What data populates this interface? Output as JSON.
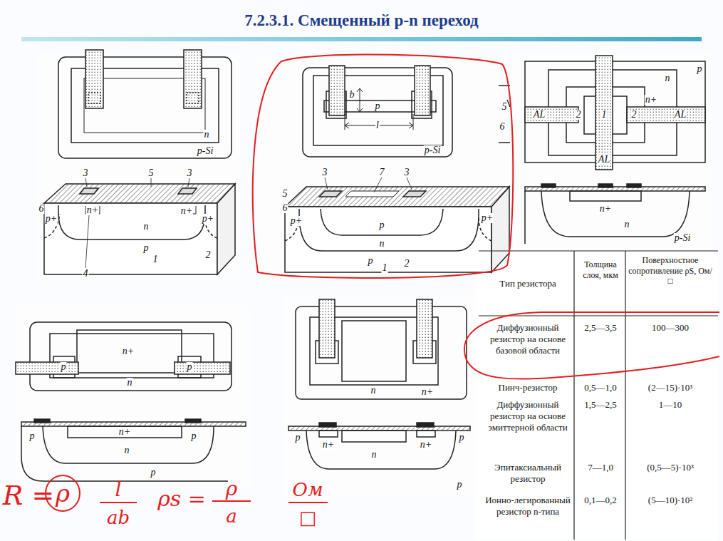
{
  "diagram": {
    "title": "7.2.3.1. Смещенный p-n переход",
    "labels": [
      "n",
      "p-Si",
      "3",
      "5",
      "3",
      "6",
      "p+",
      "n+",
      "n",
      "n+",
      "p+",
      "p",
      "1",
      "2",
      "4",
      "b",
      "p",
      "l",
      "p-Si",
      "5",
      "6",
      "3",
      "7",
      "3",
      "p+",
      "p",
      "n",
      "p+",
      "p",
      "1",
      "2",
      "5",
      "6",
      "p",
      "n",
      "n+",
      "AL",
      "2",
      "1",
      "2",
      "AL",
      "AL",
      "n+",
      "n",
      "p-Si",
      "n+",
      "p",
      "n",
      "p",
      "p",
      "n+",
      "n",
      "p",
      "p",
      "n",
      "n+",
      "p",
      "n+",
      "n",
      "n+",
      "p",
      "p",
      "Тип резистора",
      "Толщина слоя, мкм",
      "Поверхностное сопротивление ρS, Ом/□",
      "Диффузионный резистор на основе базовой области",
      "2,5—3,5",
      "100—300",
      "Пинч-резистор",
      "0,5—1,0",
      "(2—15)·10³",
      "Диффузионный резистор на основе эмиттерной области",
      "1,5—2,5",
      "1—10",
      "Эпитаксиальный резистор",
      "7—1,0",
      "(0,5—5)·10³",
      "Ионно-легированный резистор n-типа",
      "0,1—0,2",
      "(5—10)·10²",
      "R =",
      "ρ",
      "l",
      "ab",
      "ρs =",
      "ρ",
      "a",
      "Ом",
      "□"
    ]
  }
}
